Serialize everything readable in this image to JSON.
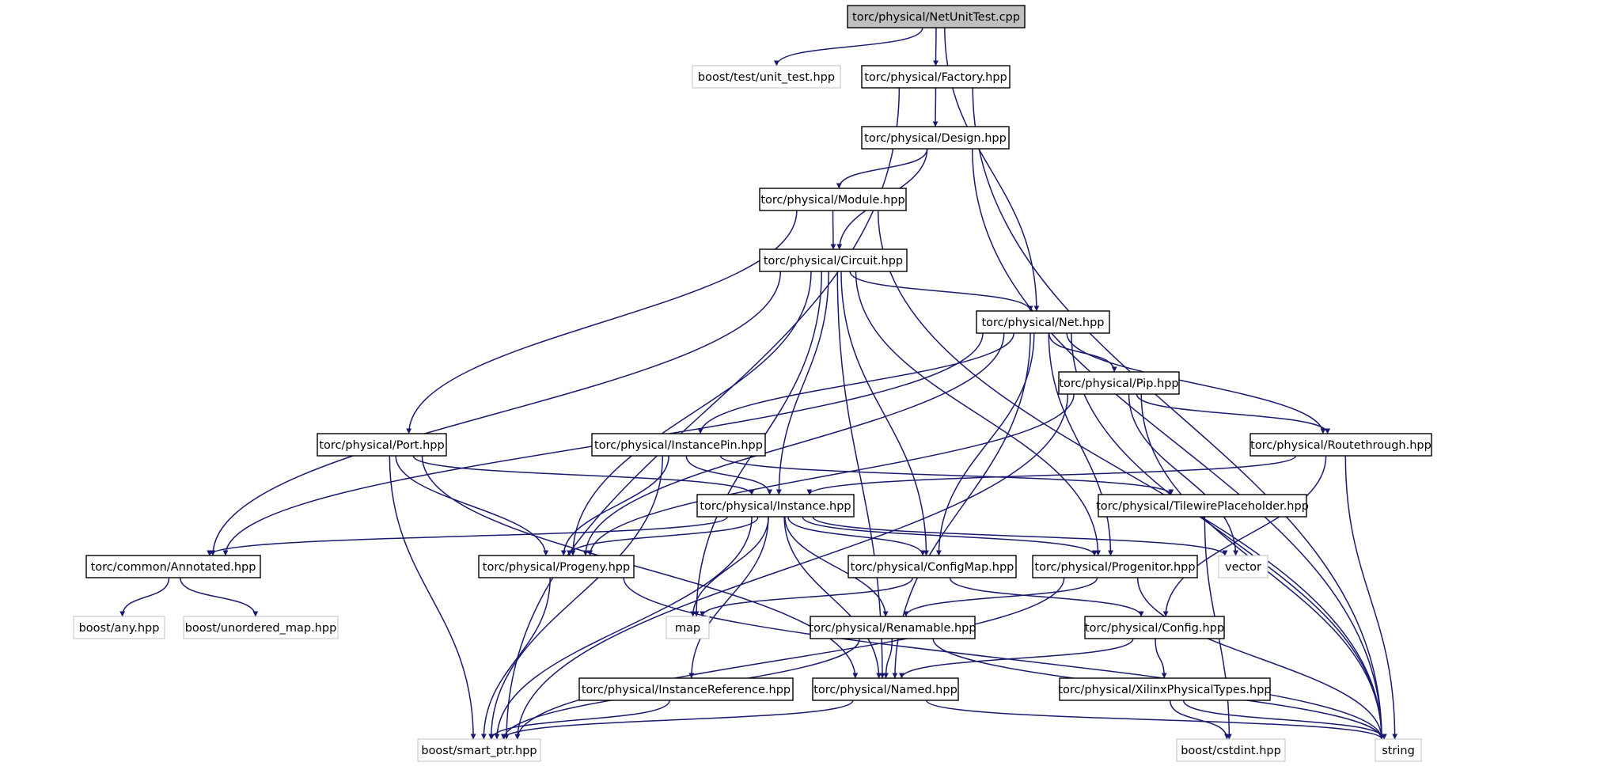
{
  "diagram": {
    "root": "torc/physical/NetUnitTest.cpp",
    "colors": {
      "edge": "#191970",
      "root_fill": "#bfbfbf",
      "internal_border": "#000000",
      "external_border": "#c0c0c0"
    },
    "nodes": [
      {
        "id": "netunittest",
        "label": "torc/physical/NetUnitTest.cpp",
        "kind": "root"
      },
      {
        "id": "unit_test",
        "label": "boost/test/unit_test.hpp",
        "kind": "external"
      },
      {
        "id": "factory",
        "label": "torc/physical/Factory.hpp",
        "kind": "internal"
      },
      {
        "id": "design",
        "label": "torc/physical/Design.hpp",
        "kind": "internal"
      },
      {
        "id": "module",
        "label": "torc/physical/Module.hpp",
        "kind": "internal"
      },
      {
        "id": "circuit",
        "label": "torc/physical/Circuit.hpp",
        "kind": "internal"
      },
      {
        "id": "net",
        "label": "torc/physical/Net.hpp",
        "kind": "internal"
      },
      {
        "id": "pip",
        "label": "torc/physical/Pip.hpp",
        "kind": "internal"
      },
      {
        "id": "port",
        "label": "torc/physical/Port.hpp",
        "kind": "internal"
      },
      {
        "id": "instancepin",
        "label": "torc/physical/InstancePin.hpp",
        "kind": "internal"
      },
      {
        "id": "routethrough",
        "label": "torc/physical/Routethrough.hpp",
        "kind": "internal"
      },
      {
        "id": "instance",
        "label": "torc/physical/Instance.hpp",
        "kind": "internal"
      },
      {
        "id": "tilewire",
        "label": "torc/physical/TilewirePlaceholder.hpp",
        "kind": "internal"
      },
      {
        "id": "annotated",
        "label": "torc/common/Annotated.hpp",
        "kind": "internal"
      },
      {
        "id": "progeny",
        "label": "torc/physical/Progeny.hpp",
        "kind": "internal"
      },
      {
        "id": "configmap",
        "label": "torc/physical/ConfigMap.hpp",
        "kind": "internal"
      },
      {
        "id": "progenitor",
        "label": "torc/physical/Progenitor.hpp",
        "kind": "internal"
      },
      {
        "id": "vector",
        "label": "vector",
        "kind": "external"
      },
      {
        "id": "any",
        "label": "boost/any.hpp",
        "kind": "external"
      },
      {
        "id": "unordered_map",
        "label": "boost/unordered_map.hpp",
        "kind": "external"
      },
      {
        "id": "map",
        "label": "map",
        "kind": "external"
      },
      {
        "id": "renamable",
        "label": "torc/physical/Renamable.hpp",
        "kind": "internal"
      },
      {
        "id": "config",
        "label": "torc/physical/Config.hpp",
        "kind": "internal"
      },
      {
        "id": "instanceref",
        "label": "torc/physical/InstanceReference.hpp",
        "kind": "internal"
      },
      {
        "id": "named",
        "label": "torc/physical/Named.hpp",
        "kind": "internal"
      },
      {
        "id": "xilinx",
        "label": "torc/physical/XilinxPhysicalTypes.hpp",
        "kind": "internal"
      },
      {
        "id": "smart_ptr",
        "label": "boost/smart_ptr.hpp",
        "kind": "external"
      },
      {
        "id": "cstdint",
        "label": "boost/cstdint.hpp",
        "kind": "external"
      },
      {
        "id": "string",
        "label": "string",
        "kind": "external"
      }
    ],
    "edges": [
      [
        "netunittest",
        "unit_test"
      ],
      [
        "netunittest",
        "factory"
      ],
      [
        "netunittest",
        "net"
      ],
      [
        "factory",
        "design"
      ],
      [
        "factory",
        "smart_ptr"
      ],
      [
        "factory",
        "string"
      ],
      [
        "design",
        "module"
      ],
      [
        "design",
        "circuit"
      ],
      [
        "design",
        "string"
      ],
      [
        "module",
        "circuit"
      ],
      [
        "module",
        "port"
      ],
      [
        "module",
        "string"
      ],
      [
        "circuit",
        "net"
      ],
      [
        "circuit",
        "annotated"
      ],
      [
        "circuit",
        "map"
      ],
      [
        "circuit",
        "named"
      ],
      [
        "circuit",
        "progeny"
      ],
      [
        "circuit",
        "instance"
      ],
      [
        "circuit",
        "configmap"
      ],
      [
        "circuit",
        "progenitor"
      ],
      [
        "net",
        "pip"
      ],
      [
        "net",
        "instancepin"
      ],
      [
        "net",
        "routethrough"
      ],
      [
        "net",
        "annotated"
      ],
      [
        "net",
        "progeny"
      ],
      [
        "net",
        "configmap"
      ],
      [
        "net",
        "progenitor"
      ],
      [
        "net",
        "named"
      ],
      [
        "net",
        "string"
      ],
      [
        "pip",
        "routethrough"
      ],
      [
        "pip",
        "progeny"
      ],
      [
        "pip",
        "smart_ptr"
      ],
      [
        "pip",
        "vector"
      ],
      [
        "pip",
        "string"
      ],
      [
        "port",
        "instance"
      ],
      [
        "port",
        "progeny"
      ],
      [
        "port",
        "named"
      ],
      [
        "port",
        "smart_ptr"
      ],
      [
        "instancepin",
        "instance"
      ],
      [
        "instancepin",
        "progeny"
      ],
      [
        "instancepin",
        "smart_ptr"
      ],
      [
        "instancepin",
        "tilewire"
      ],
      [
        "routethrough",
        "instance"
      ],
      [
        "routethrough",
        "config"
      ],
      [
        "routethrough",
        "string"
      ],
      [
        "instance",
        "annotated"
      ],
      [
        "instance",
        "progeny"
      ],
      [
        "instance",
        "configmap"
      ],
      [
        "instance",
        "progenitor"
      ],
      [
        "instance",
        "vector"
      ],
      [
        "instance",
        "map"
      ],
      [
        "instance",
        "renamable"
      ],
      [
        "instance",
        "named"
      ],
      [
        "instance",
        "instanceref"
      ],
      [
        "instance",
        "smart_ptr"
      ],
      [
        "tilewire",
        "cstdint"
      ],
      [
        "annotated",
        "any"
      ],
      [
        "annotated",
        "unordered_map"
      ],
      [
        "progeny",
        "smart_ptr"
      ],
      [
        "progeny",
        "string"
      ],
      [
        "configmap",
        "map"
      ],
      [
        "configmap",
        "config"
      ],
      [
        "progenitor",
        "renamable"
      ],
      [
        "progenitor",
        "smart_ptr"
      ],
      [
        "progenitor",
        "string"
      ],
      [
        "renamable",
        "named"
      ],
      [
        "renamable",
        "smart_ptr"
      ],
      [
        "renamable",
        "string"
      ],
      [
        "config",
        "named"
      ],
      [
        "config",
        "xilinx"
      ],
      [
        "instanceref",
        "smart_ptr"
      ],
      [
        "named",
        "smart_ptr"
      ],
      [
        "named",
        "string"
      ],
      [
        "xilinx",
        "cstdint"
      ],
      [
        "xilinx",
        "string"
      ]
    ]
  }
}
